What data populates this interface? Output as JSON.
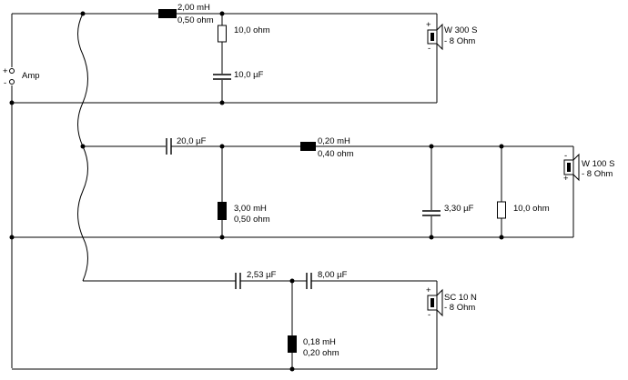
{
  "amp": {
    "label": "Amp",
    "plus": "+",
    "minus": "-"
  },
  "woofer": {
    "inductor": {
      "value": "2,00 mH",
      "resistance": "0,50 ohm"
    },
    "resistor": {
      "value": "10,0 ohm"
    },
    "capacitor": {
      "value": "10,0 µF"
    },
    "speaker": {
      "name": "W 300 S",
      "impedance": "- 8 Ohm"
    }
  },
  "midrange": {
    "capacitor_series": {
      "value": "20,0 µF"
    },
    "inductor_shunt": {
      "value": "3,00 mH",
      "resistance": "0,50 ohm"
    },
    "inductor_series": {
      "value": "0,20 mH",
      "resistance": "0,40 ohm"
    },
    "capacitor_shunt": {
      "value": "3,30 µF"
    },
    "resistor_shunt": {
      "value": "10,0 ohm"
    },
    "speaker": {
      "name": "W 100 S",
      "impedance": "- 8 Ohm"
    }
  },
  "tweeter": {
    "capacitor_1": {
      "value": "2,53 µF"
    },
    "capacitor_2": {
      "value": "8,00 µF"
    },
    "inductor_shunt": {
      "value": "0,18 mH",
      "resistance": "0,20 ohm"
    },
    "speaker": {
      "name": "SC 10 N",
      "impedance": "- 8 Ohm"
    }
  },
  "polarity": {
    "plus": "+",
    "minus": "-"
  }
}
